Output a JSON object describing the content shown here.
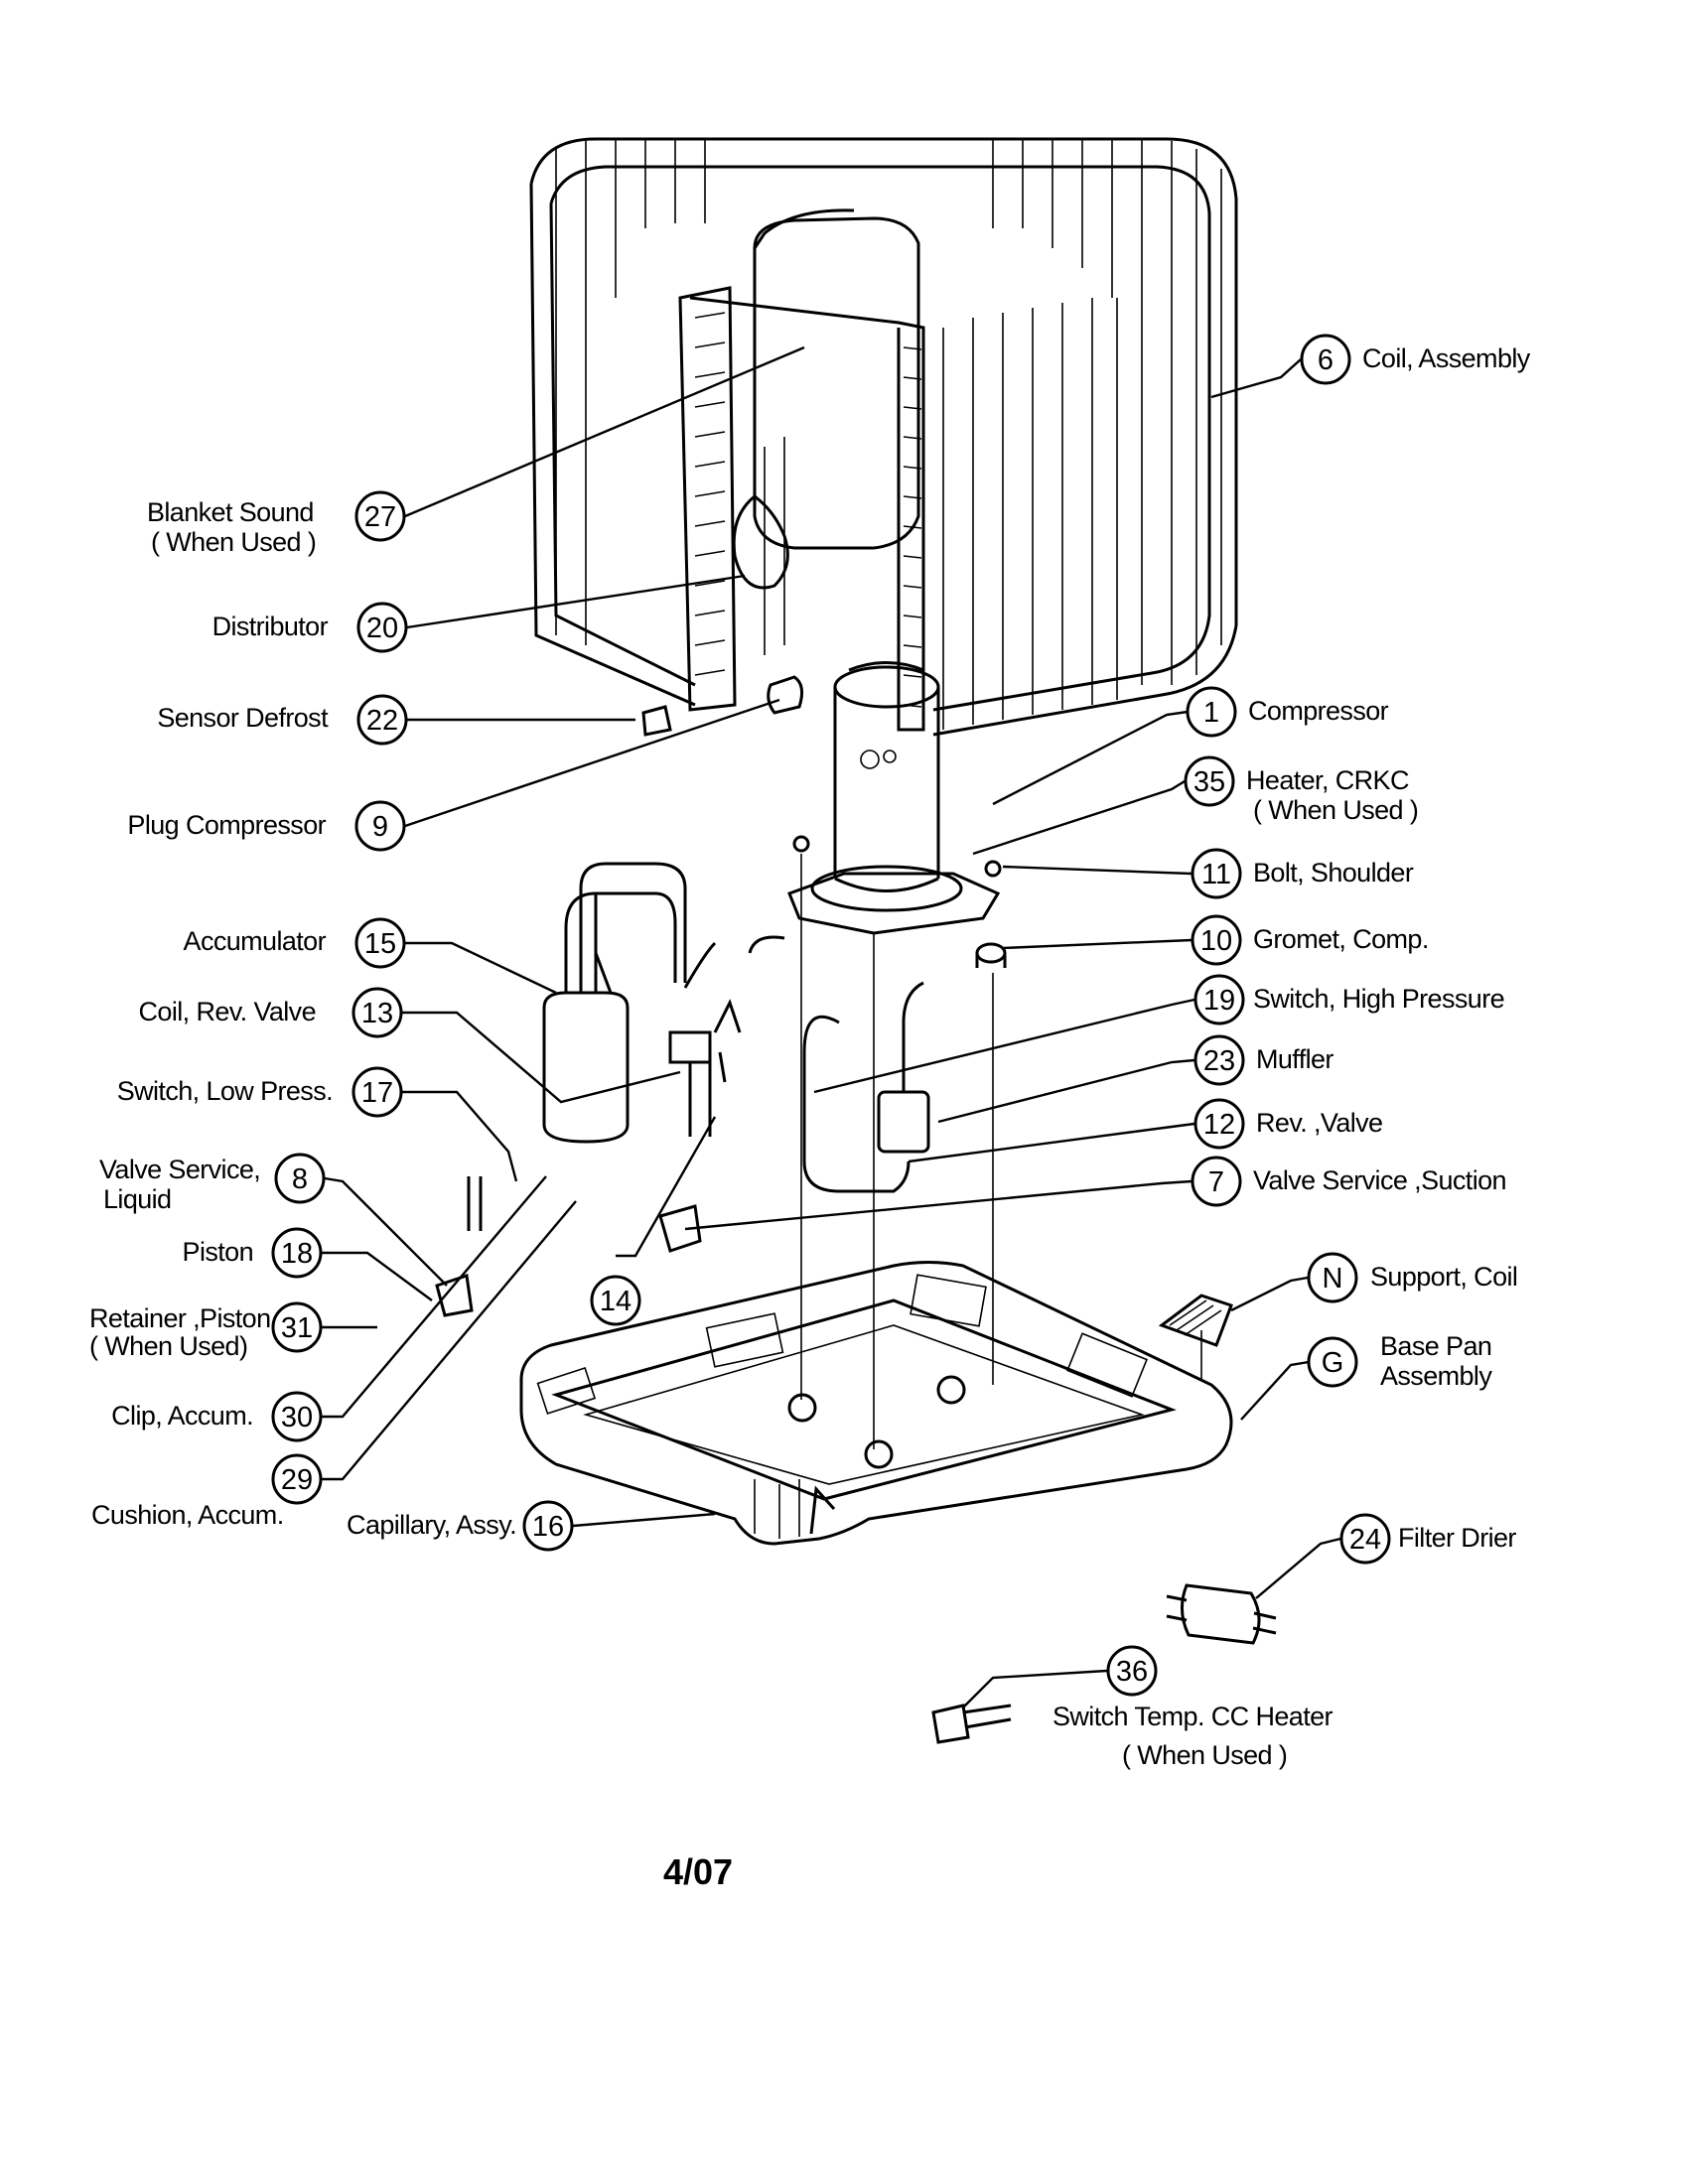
{
  "callouts": [
    {
      "key": "c6",
      "number": "6",
      "label": [
        "Coil, Assembly"
      ]
    },
    {
      "key": "c27",
      "number": "27",
      "label": [
        "Blanket Sound",
        "( When Used )"
      ]
    },
    {
      "key": "c20",
      "number": "20",
      "label": [
        "Distributor"
      ]
    },
    {
      "key": "c22",
      "number": "22",
      "label": [
        "Sensor Defrost"
      ]
    },
    {
      "key": "c1",
      "number": "1",
      "label": [
        "Compressor"
      ]
    },
    {
      "key": "c35",
      "number": "35",
      "label": [
        "Heater, CRKC",
        "( When Used )"
      ]
    },
    {
      "key": "c9",
      "number": "9",
      "label": [
        "Plug Compressor"
      ]
    },
    {
      "key": "c11",
      "number": "11",
      "label": [
        "Bolt, Shoulder"
      ]
    },
    {
      "key": "c15",
      "number": "15",
      "label": [
        "Accumulator"
      ]
    },
    {
      "key": "c10",
      "number": "10",
      "label": [
        "Gromet, Comp."
      ]
    },
    {
      "key": "c13",
      "number": "13",
      "label": [
        "Coil, Rev. Valve"
      ]
    },
    {
      "key": "c19",
      "number": "19",
      "label": [
        "Switch, High Pressure"
      ]
    },
    {
      "key": "c23",
      "number": "23",
      "label": [
        "Muffler"
      ]
    },
    {
      "key": "c17",
      "number": "17",
      "label": [
        "Switch, Low Press."
      ]
    },
    {
      "key": "c12",
      "number": "12",
      "label": [
        "Rev. ,Valve"
      ]
    },
    {
      "key": "c8",
      "number": "8",
      "label": [
        "Valve Service,",
        "Liquid"
      ]
    },
    {
      "key": "c7",
      "number": "7",
      "label": [
        "Valve Service ,Suction"
      ]
    },
    {
      "key": "c18",
      "number": "18",
      "label": [
        "Piston"
      ]
    },
    {
      "key": "c14",
      "number": "14",
      "label": []
    },
    {
      "key": "cN",
      "number": "N",
      "label": [
        "Support, Coil"
      ]
    },
    {
      "key": "c31",
      "number": "31",
      "label": [
        "Retainer ,Piston",
        "( When Used)"
      ]
    },
    {
      "key": "cG",
      "number": "G",
      "label": [
        "Base Pan",
        "Assembly"
      ]
    },
    {
      "key": "c30",
      "number": "30",
      "label": [
        "Clip, Accum."
      ]
    },
    {
      "key": "c29",
      "number": "29",
      "label": []
    },
    {
      "key": "c29b",
      "number": "",
      "label": [
        "Cushion, Accum."
      ]
    },
    {
      "key": "c16",
      "number": "16",
      "label": [
        "Capillary, Assy."
      ]
    },
    {
      "key": "c24",
      "number": "24",
      "label": [
        "Filter Drier"
      ]
    },
    {
      "key": "c36",
      "number": "36",
      "label": [
        "Switch Temp. CC Heater",
        "( When Used )"
      ]
    }
  ],
  "footer": {
    "date": "4/07"
  }
}
